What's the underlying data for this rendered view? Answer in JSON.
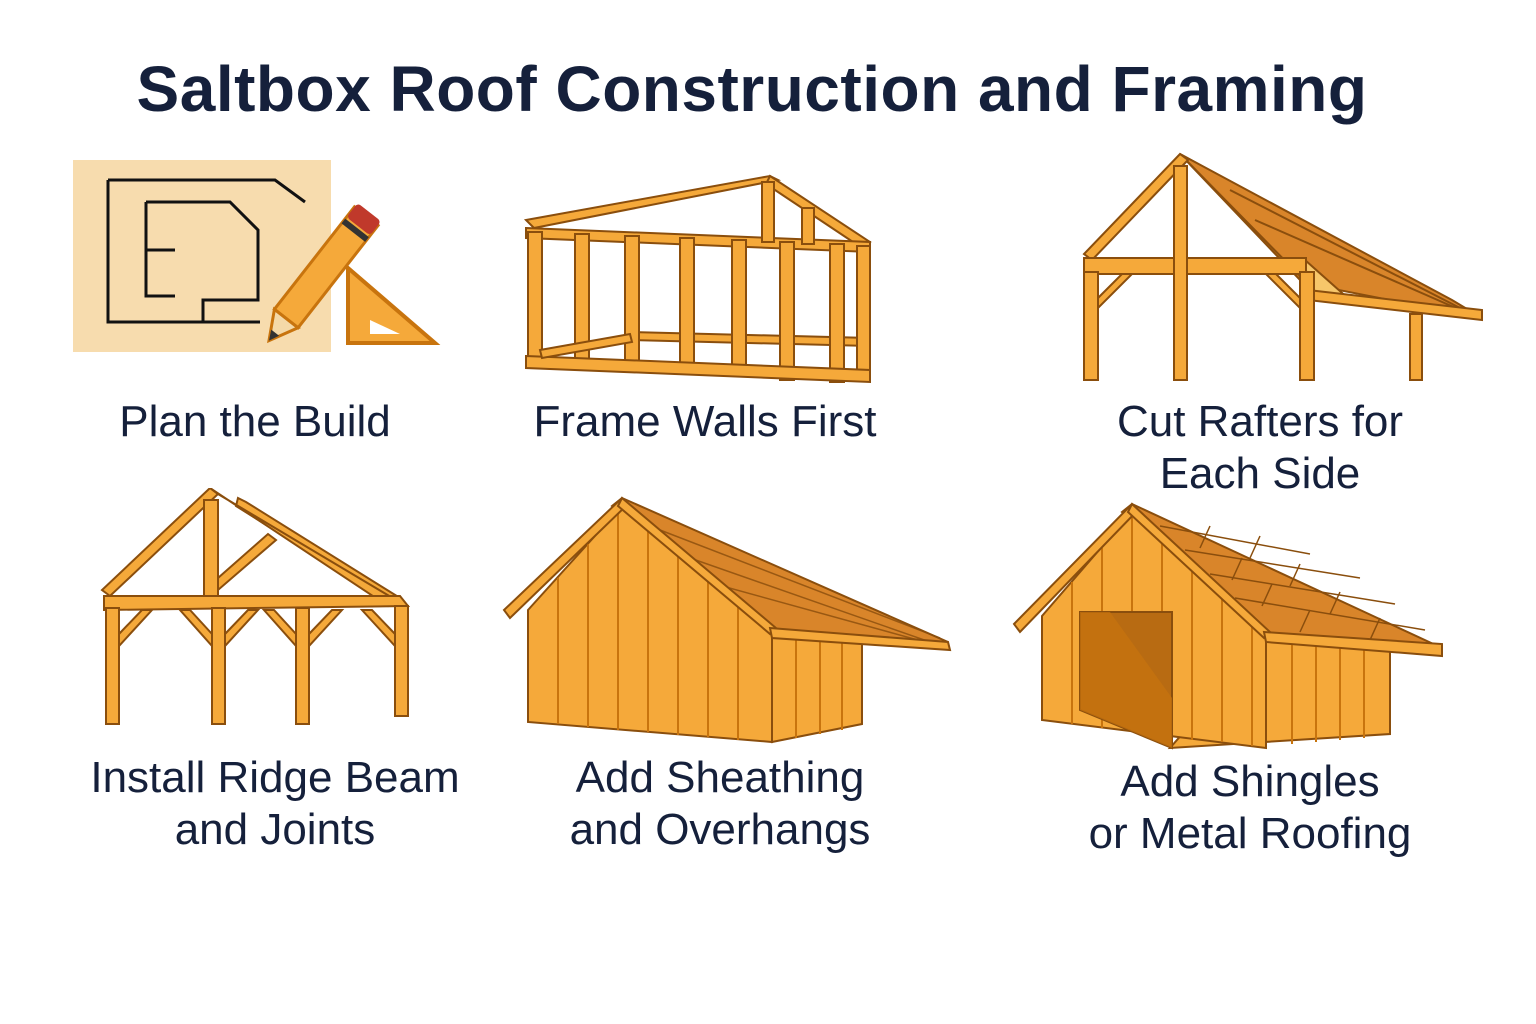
{
  "title": "Saltbox Roof Construction and Framing",
  "colors": {
    "text": "#15203b",
    "wood": "#f5a93a",
    "wood_dark": "#c8740e",
    "outline": "#8a4e0d",
    "paper": "#f7dcae",
    "pencil_tip": "#c0392b"
  },
  "steps": [
    {
      "icon": "blueprint-icon",
      "lines": [
        "Plan the Build"
      ]
    },
    {
      "icon": "wall-frame-icon",
      "lines": [
        "Frame Walls First"
      ]
    },
    {
      "icon": "rafter-frame-icon",
      "lines": [
        "Cut Rafters for",
        "Each Side"
      ]
    },
    {
      "icon": "ridge-beam-frame-icon",
      "lines": [
        "Install Ridge Beam",
        "and Joints"
      ]
    },
    {
      "icon": "sheathed-house-icon",
      "lines": [
        "Add Sheathing",
        "and Overhangs"
      ]
    },
    {
      "icon": "shingled-house-icon",
      "lines": [
        "Add Shingles",
        "or Metal Roofing"
      ]
    }
  ]
}
